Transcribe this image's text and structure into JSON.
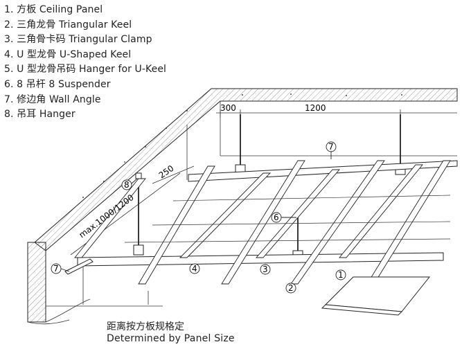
{
  "legend": [
    "1. 方板 Ceiling Panel",
    "2. 三角龙骨 Triangular Keel",
    "3. 三角骨卡码 Triangular Clamp",
    "4. U 型龙骨 U-Shaped Keel",
    "5. U 型龙骨吊码 Hanger for U-Keel",
    "6. 8 吊杆  8 Suspender",
    "7. 修边角  Wall Angle",
    "8. 吊耳 Hanger"
  ],
  "dimensions": {
    "d300": "300",
    "d1200": "1200",
    "d250": "250",
    "max_span": "max.1000/1200"
  },
  "callouts": {
    "c1": "1",
    "c2": "2",
    "c3": "3",
    "c4": "4",
    "c6": "6",
    "c7a": "7",
    "c7b": "7",
    "c8": "8"
  },
  "caption": {
    "cn": "距离按方板规格定",
    "en": "Determined by Panel Size"
  }
}
